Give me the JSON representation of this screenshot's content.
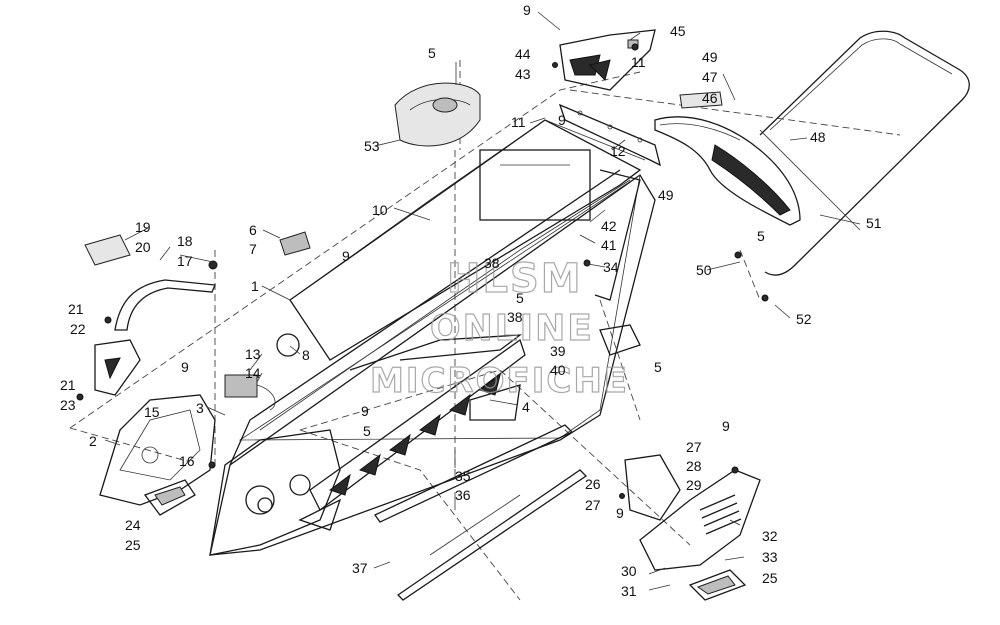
{
  "watermark": {
    "line1": "HLSM",
    "line2": "ONLINE",
    "line3": "MICROFICHE"
  },
  "callouts": [
    {
      "text": "1"
    },
    {
      "text": "2"
    },
    {
      "text": "3"
    },
    {
      "text": "4"
    },
    {
      "text": "5"
    },
    {
      "text": "5"
    },
    {
      "text": "5"
    },
    {
      "text": "5"
    },
    {
      "text": "5"
    },
    {
      "text": "6"
    },
    {
      "text": "7"
    },
    {
      "text": "8"
    },
    {
      "text": "9"
    },
    {
      "text": "9"
    },
    {
      "text": "9"
    },
    {
      "text": "9"
    },
    {
      "text": "9"
    },
    {
      "text": "9"
    },
    {
      "text": "9"
    },
    {
      "text": "10"
    },
    {
      "text": "11"
    },
    {
      "text": "11"
    },
    {
      "text": "12"
    },
    {
      "text": "13"
    },
    {
      "text": "14"
    },
    {
      "text": "15"
    },
    {
      "text": "16"
    },
    {
      "text": "17"
    },
    {
      "text": "18"
    },
    {
      "text": "19"
    },
    {
      "text": "20"
    },
    {
      "text": "21"
    },
    {
      "text": "21"
    },
    {
      "text": "22"
    },
    {
      "text": "23"
    },
    {
      "text": "24"
    },
    {
      "text": "25"
    },
    {
      "text": "25"
    },
    {
      "text": "26"
    },
    {
      "text": "27"
    },
    {
      "text": "27"
    },
    {
      "text": "28"
    },
    {
      "text": "29"
    },
    {
      "text": "30"
    },
    {
      "text": "31"
    },
    {
      "text": "32"
    },
    {
      "text": "33"
    },
    {
      "text": "34"
    },
    {
      "text": "35"
    },
    {
      "text": "36"
    },
    {
      "text": "37"
    },
    {
      "text": "38"
    },
    {
      "text": "38"
    },
    {
      "text": "39"
    },
    {
      "text": "40"
    },
    {
      "text": "41"
    },
    {
      "text": "42"
    },
    {
      "text": "43"
    },
    {
      "text": "44"
    },
    {
      "text": "45"
    },
    {
      "text": "46"
    },
    {
      "text": "47"
    },
    {
      "text": "48"
    },
    {
      "text": "49"
    },
    {
      "text": "49"
    },
    {
      "text": "50"
    },
    {
      "text": "51"
    },
    {
      "text": "52"
    },
    {
      "text": "53"
    }
  ]
}
